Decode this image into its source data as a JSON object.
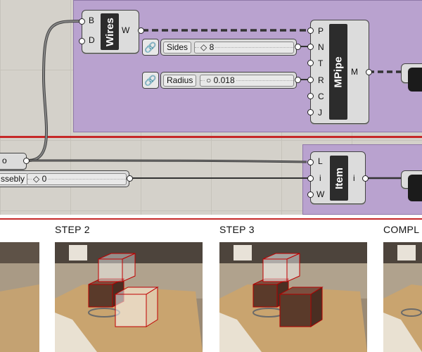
{
  "components": {
    "wires": {
      "title": "Wires",
      "inputs": [
        "B",
        "D"
      ],
      "outputs": [
        "W"
      ]
    },
    "mpipe": {
      "title": "MPipe",
      "inputs": [
        "P",
        "N",
        "T",
        "R",
        "C",
        "J"
      ],
      "outputs": [
        "M"
      ]
    },
    "item": {
      "title": "Item",
      "inputs": [
        "L",
        "i",
        "W"
      ],
      "outputs": [
        "i"
      ]
    }
  },
  "sliders": {
    "sides": {
      "label": "Sides",
      "value": "8"
    },
    "radius": {
      "label": "Radius",
      "value": "0.018"
    },
    "assembly": {
      "label": "ssebly",
      "value": "0"
    }
  },
  "left_stub": {
    "label": "o"
  },
  "steps": [
    {
      "title": ""
    },
    {
      "title": "STEP 2"
    },
    {
      "title": "STEP 3"
    },
    {
      "title": "COMPL"
    }
  ],
  "colors": {
    "group": "#b9a2cf",
    "divider": "#c62828",
    "canvas": "#d4d1ca"
  }
}
